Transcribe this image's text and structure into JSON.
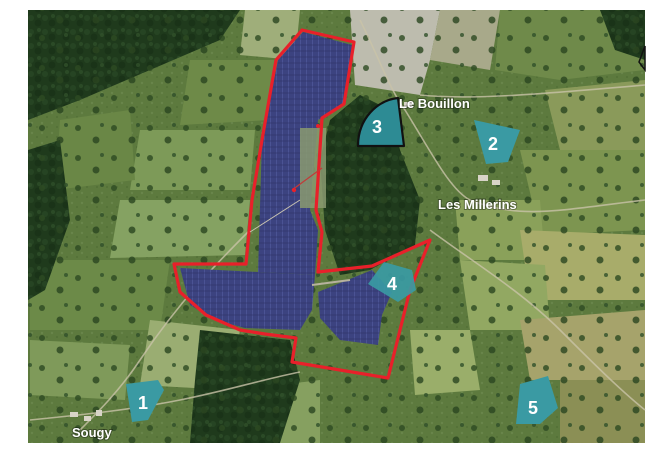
{
  "colors": {
    "marker_fill": "#3a9aa3",
    "marker_fill_dark": "#2d8b94",
    "site_outline": "#e8202a",
    "panel_blue": "#39407e",
    "label_text": "#ffffff"
  },
  "places": {
    "le_bouillon": "Le Bouillon",
    "les_millerins": "Les Millerins",
    "sougy": "Sougy"
  },
  "markers": {
    "m1": "1",
    "m2": "2",
    "m3": "3",
    "m4": "4",
    "m5": "5"
  },
  "icons": {
    "viewpoint": "viewpoint-cone-icon",
    "north": "north-arrow-icon"
  }
}
